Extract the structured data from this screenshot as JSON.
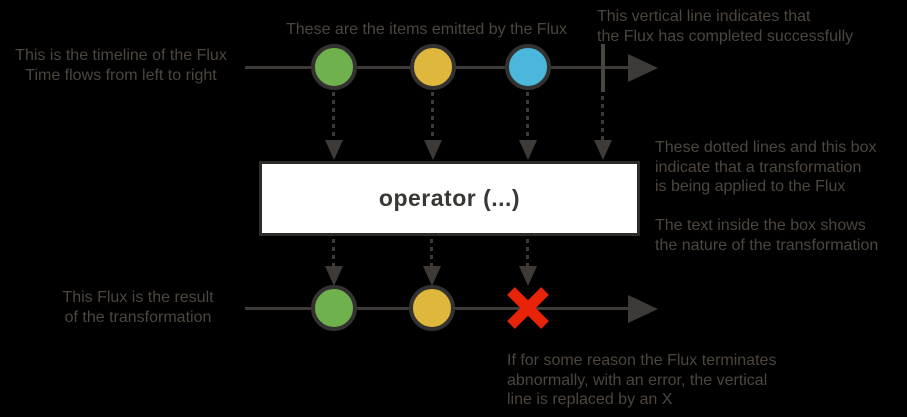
{
  "diagram": {
    "kind": "flux-marble-diagram",
    "operator_box_label": "operator (...)",
    "input_stream": {
      "items": [
        {
          "name": "item-1",
          "color_name": "green",
          "color": "#6fb14c"
        },
        {
          "name": "item-2",
          "color_name": "yellow",
          "color": "#dfb73c"
        },
        {
          "name": "item-3",
          "color_name": "blue",
          "color": "#4bb7dc"
        }
      ],
      "terminal": "complete"
    },
    "output_stream": {
      "items": [
        {
          "name": "item-1",
          "color_name": "green",
          "color": "#6fb14c"
        },
        {
          "name": "item-2",
          "color_name": "yellow",
          "color": "#dfb73c"
        }
      ],
      "terminal": "error"
    }
  },
  "annotations": {
    "timeline_label": "This is the timeline of the Flux\nTime flows from left to right",
    "items_label": "These are the items emitted by the Flux",
    "complete_label": "This vertical line indicates that\nthe Flux has completed successfully",
    "transform_label": "These dotted lines and this box\nindicate that a transformation\nis being applied to the Flux",
    "box_text_label": "The text inside the box shows\nthe nature of the transformation",
    "result_label": "This Flux is the result\nof the transformation",
    "error_label": "If for some reason the Flux terminates\nabnormally, with an error, the vertical\nline is replaced by an X"
  },
  "colors": {
    "background": "#000000",
    "annotation-text": "#4d463f",
    "line": "#3d3a37",
    "circle-border": "#343230",
    "green": "#6fb14c",
    "yellow": "#dfb73c",
    "blue": "#4bb7dc",
    "error-red": "#e92309",
    "box-bg": "#ffffff",
    "box-border": "#2e2c29",
    "box-text": "#393734",
    "complete-line": "#4a453f"
  }
}
